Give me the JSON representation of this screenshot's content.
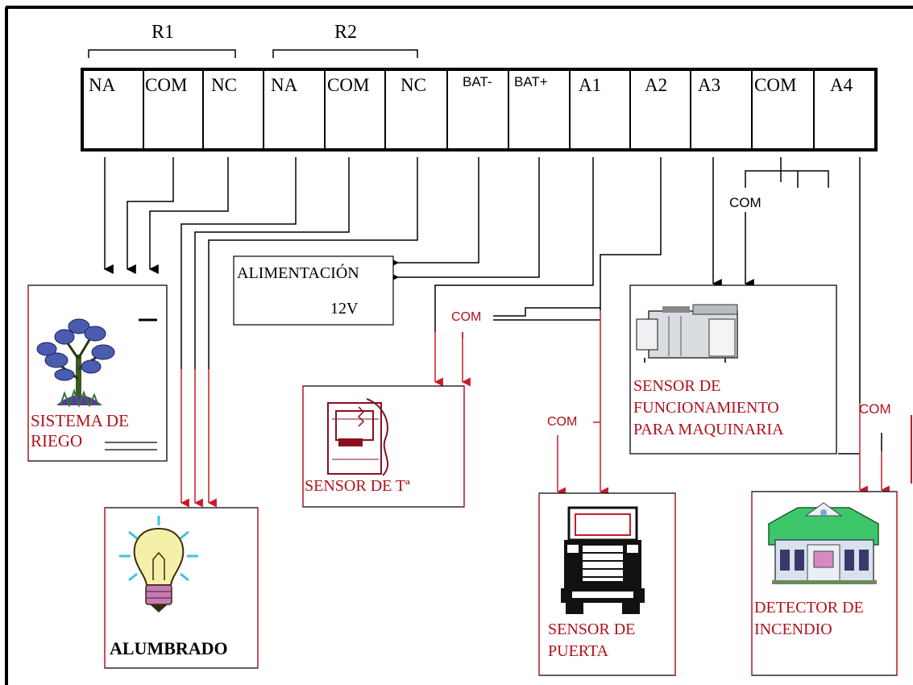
{
  "header": {
    "r1_label": "R1",
    "r2_label": "R2"
  },
  "terminals": [
    {
      "label": "NA"
    },
    {
      "label": "COM"
    },
    {
      "label": "NC"
    },
    {
      "label": "NA"
    },
    {
      "label": "COM"
    },
    {
      "label": "NC"
    },
    {
      "label": "BAT-"
    },
    {
      "label": "BAT+"
    },
    {
      "label": "A1"
    },
    {
      "label": "A2"
    },
    {
      "label": "A3"
    },
    {
      "label": "COM"
    },
    {
      "label": "A4"
    }
  ],
  "com_labels": {
    "top_com": "COM",
    "temp_com": "COM",
    "door_com": "COM",
    "fire_com": "COM"
  },
  "devices": {
    "riego": {
      "line1": "SISTEMA DE",
      "line2": "RIEGO"
    },
    "alumbrado": {
      "label": "ALUMBRADO"
    },
    "alimentacion": {
      "line1": "ALIMENTACIÓN",
      "line2": "12V"
    },
    "temperatura": {
      "label": "SENSOR DE Tª"
    },
    "puerta": {
      "line1": "SENSOR DE",
      "line2": "PUERTA"
    },
    "maquinaria": {
      "line1": "SENSOR DE",
      "line2": "FUNCIONAMIENTO",
      "line3": "PARA MAQUINARIA"
    },
    "incendio": {
      "line1": "DETECTOR DE",
      "line2": "INCENDIO"
    }
  },
  "colors": {
    "line": "#000000",
    "accent_red": "#d21a2a"
  }
}
